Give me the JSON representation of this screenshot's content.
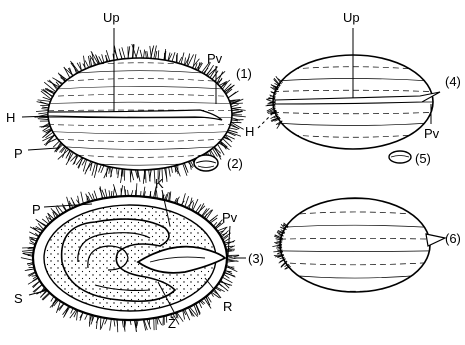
{
  "figure": {
    "seed_top_left": {
      "labels": {
        "up": "Up",
        "pv": "Pv",
        "h": "H",
        "p": "P",
        "number": "(1)"
      },
      "small_seed_number": "(2)"
    },
    "seed_top_right": {
      "labels": {
        "up": "Up",
        "h": "H",
        "pv": "Pv",
        "number": "(4)"
      },
      "small_seed_number": "(5)"
    },
    "seed_bottom_left": {
      "labels": {
        "p": "P",
        "k": "K",
        "pv": "Pv",
        "s": "S",
        "r": "R",
        "z": "Ž",
        "number": "(3)"
      }
    },
    "seed_bottom_right": {
      "labels": {
        "number": "(6)"
      }
    }
  }
}
